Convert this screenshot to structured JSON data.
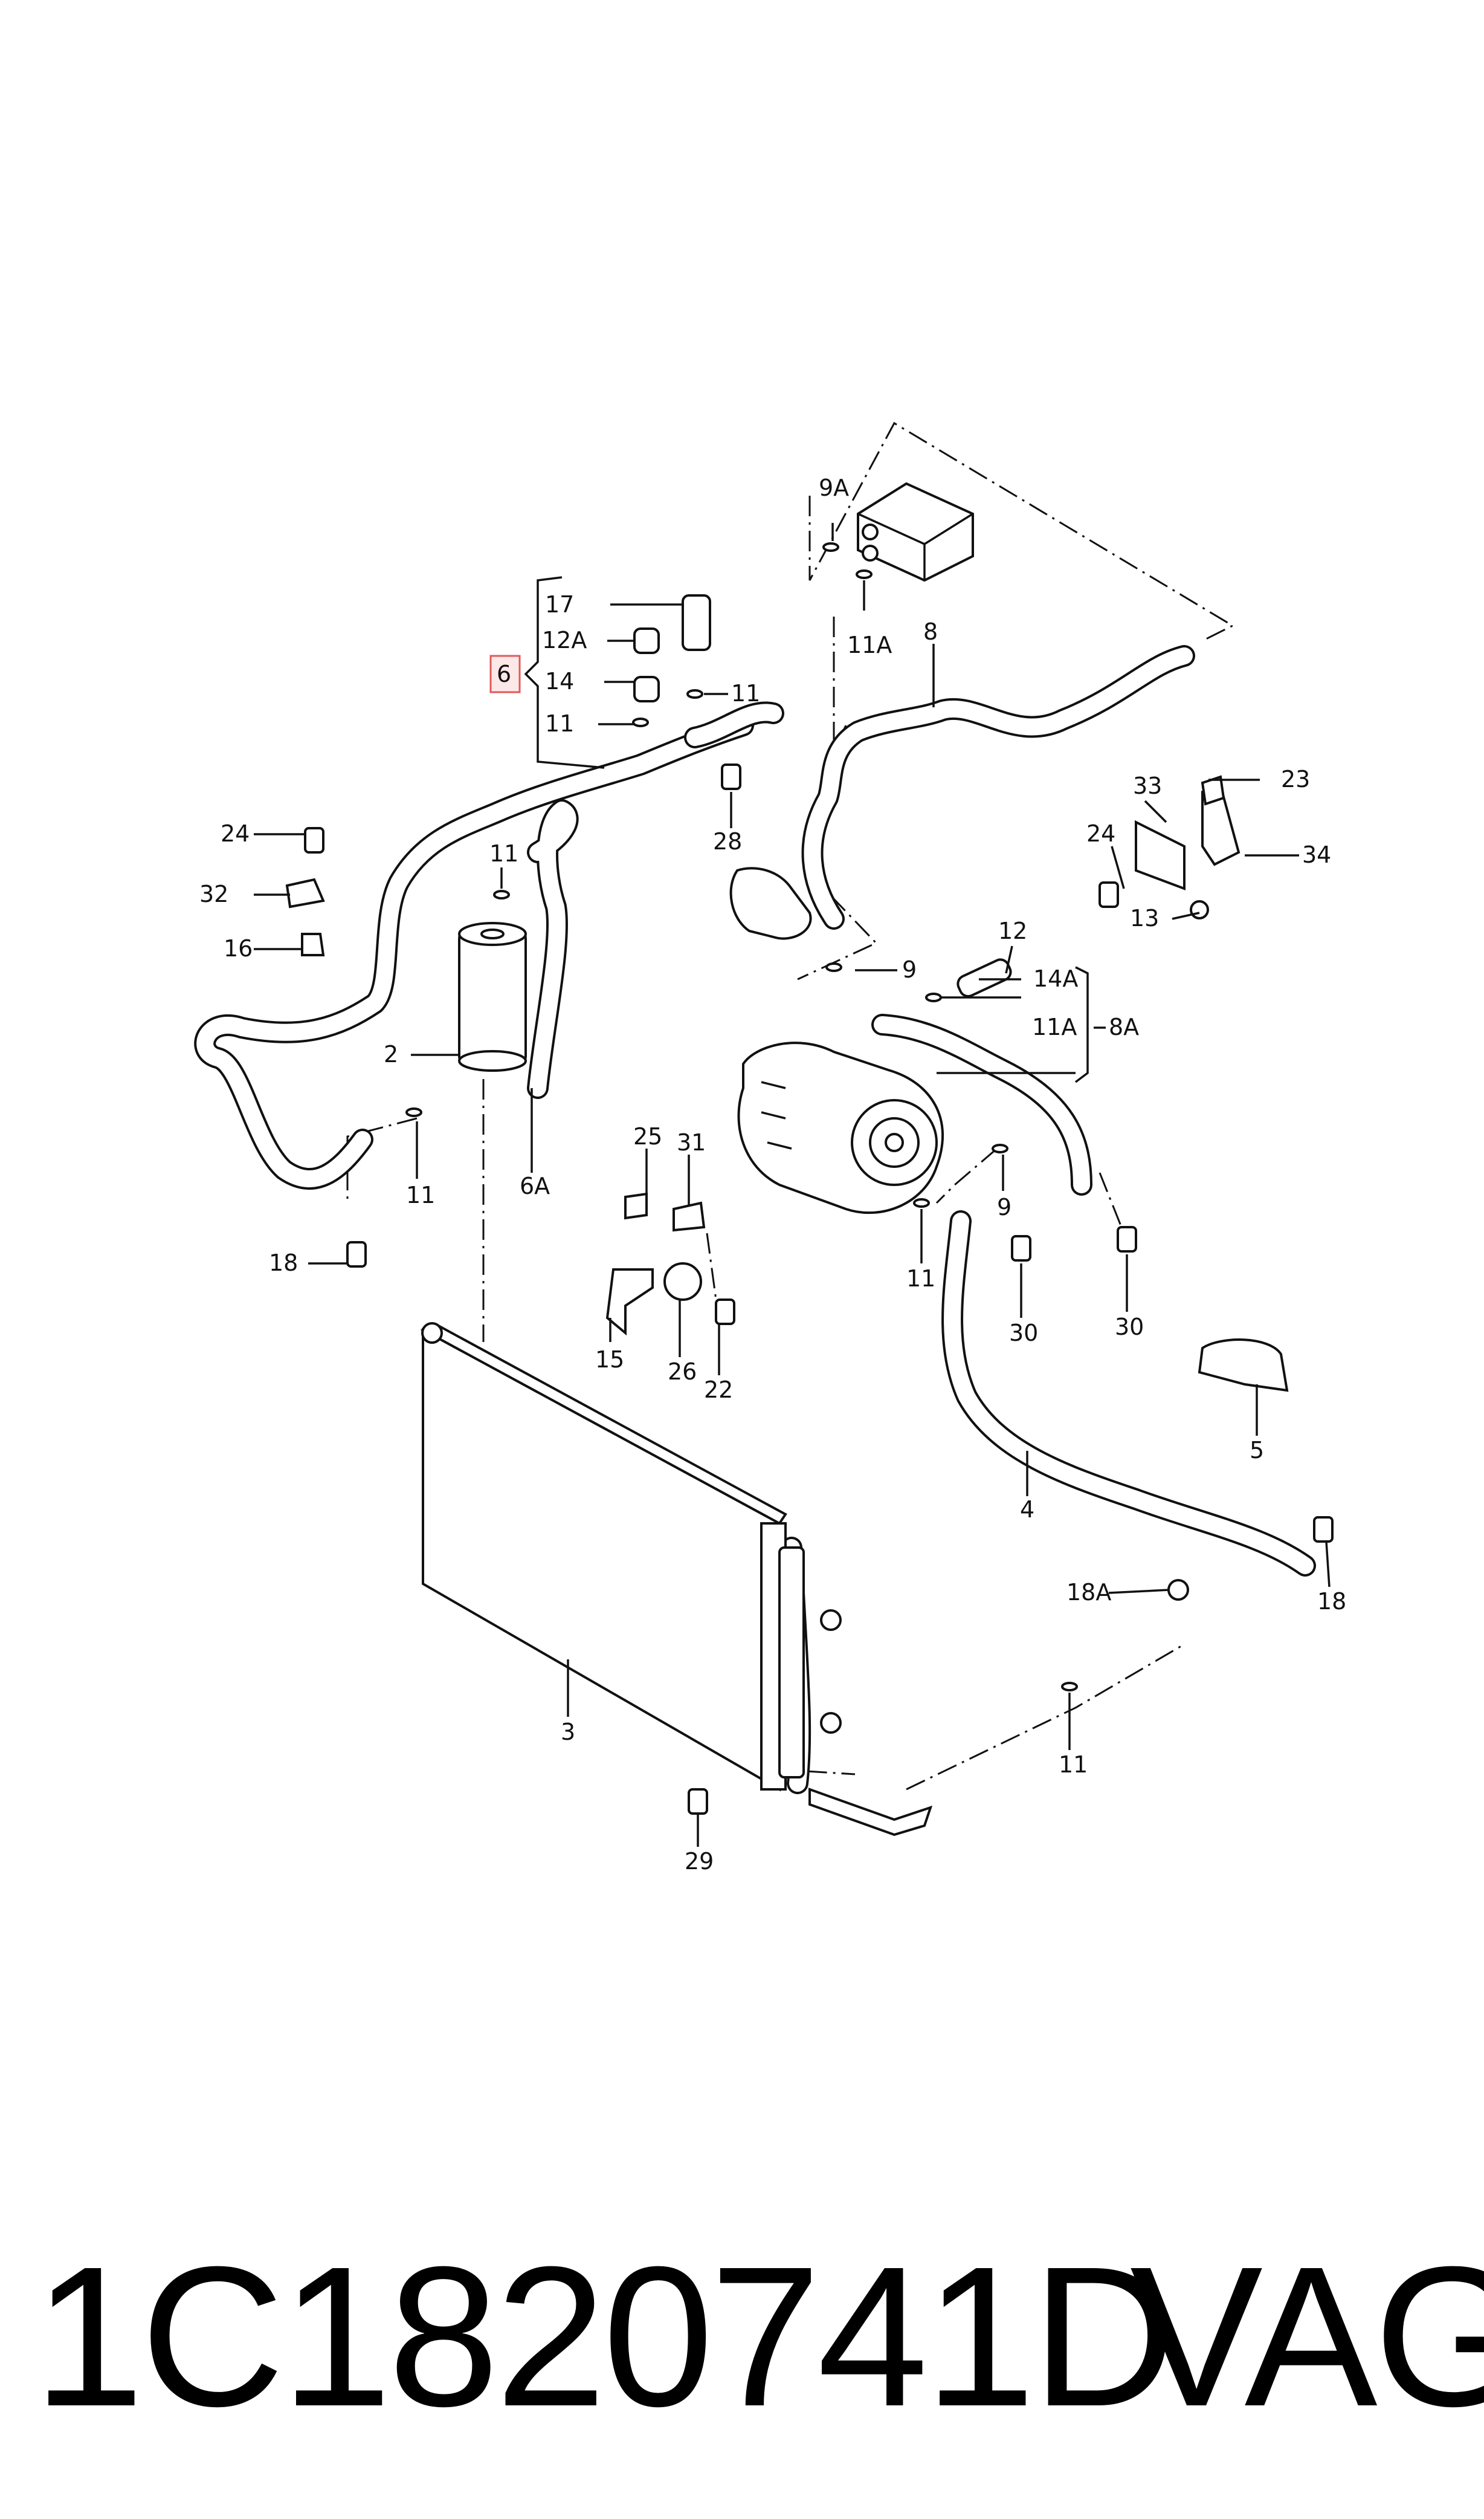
{
  "callouts": {
    "c17": "17",
    "c12A": "12A",
    "c14": "14",
    "c11a": "11",
    "c11b": "11",
    "c6": "6",
    "c9A": "9A",
    "c11A_top": "11A",
    "c8": "8",
    "c24_left": "24",
    "c32": "32",
    "c16": "16",
    "c28": "28",
    "c11c": "11",
    "c2": "2",
    "c11d": "11",
    "c6A": "6A",
    "c18_left": "18",
    "c33": "33",
    "c23": "23",
    "c24_right": "24",
    "c34": "34",
    "c13": "13",
    "c12": "12",
    "c9": "9",
    "c14A": "14A",
    "c11A_mid": "11A",
    "c8A": "8A",
    "c25": "25",
    "c31": "31",
    "c15": "15",
    "c26": "26",
    "c22": "22",
    "c9b": "9",
    "c11e": "11",
    "c30a": "30",
    "c30b": "30",
    "c5": "5",
    "c4": "4",
    "c18A": "18A",
    "c18_right": "18",
    "c3": "3",
    "c11f": "11",
    "c29": "29"
  },
  "highlight_color": "#e05a5a",
  "footer": {
    "part_number": "1C1820741D",
    "brand": "VAG"
  }
}
